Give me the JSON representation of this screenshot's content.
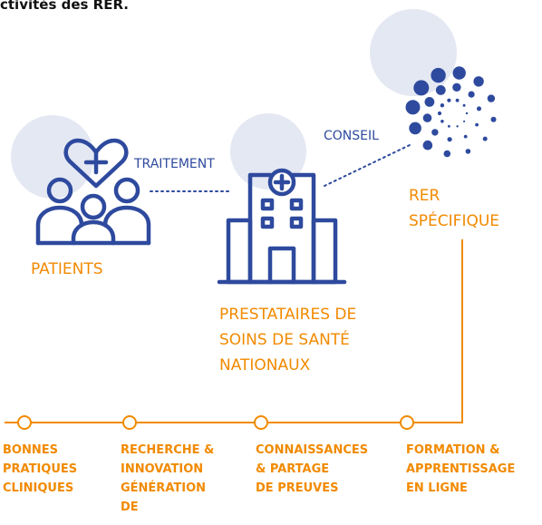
{
  "title": "ctivités des RER.",
  "colors": {
    "orange": "#F18A00",
    "blue": "#2E4A9E",
    "circle_bg": "#E4E8F3"
  },
  "icons": {
    "patients": "people-heart-icon",
    "providers": "hospital-icon",
    "rer": "dotted-circle-network-icon"
  },
  "nodes": {
    "patients": "PATIENTS",
    "providers": [
      "PRESTATAIRES DE",
      "SOINS DE SANTÉ",
      "NATIONAUX"
    ],
    "rer": [
      "RER",
      "SPÉCIFIQUE"
    ]
  },
  "links": {
    "treatment": "TRAITEMENT",
    "advice": "CONSEIL"
  },
  "timeline": [
    {
      "lines": [
        "BONNES",
        "PRATIQUES",
        "CLINIQUES"
      ]
    },
    {
      "lines": [
        "RECHERCHE &",
        "INNOVATION",
        "GÉNÉRATION",
        "DE"
      ]
    },
    {
      "lines": [
        "CONNAISSANCES",
        "& PARTAGE",
        "DE PREUVES"
      ]
    },
    {
      "lines": [
        "FORMATION &",
        "APPRENTISSAGE",
        "EN LIGNE"
      ]
    }
  ]
}
